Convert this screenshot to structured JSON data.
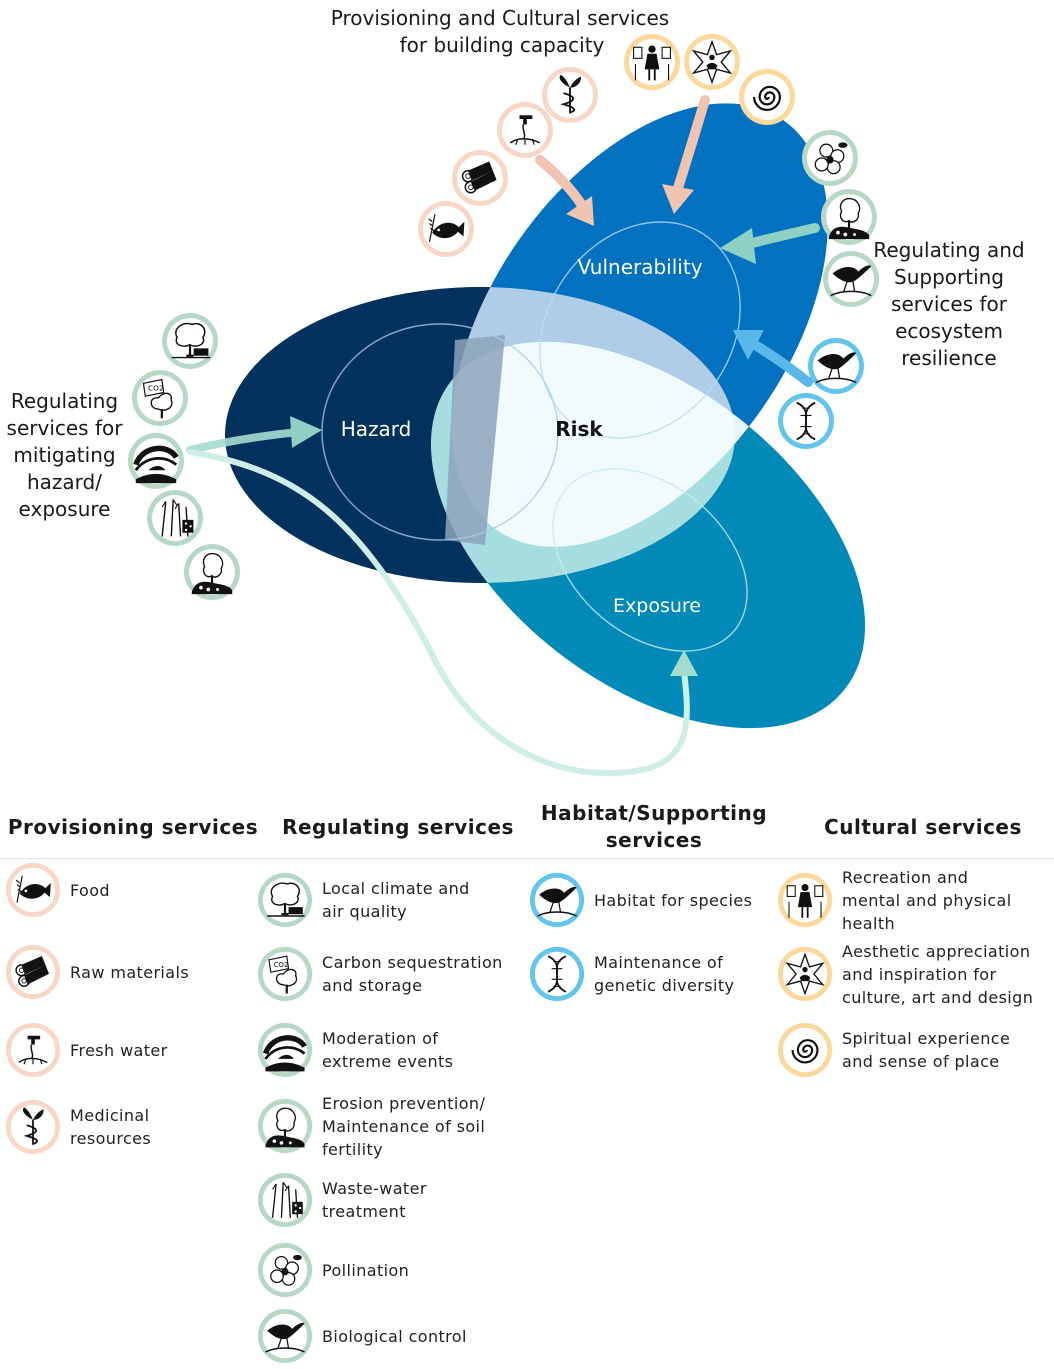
{
  "colors": {
    "hazard": "#00325d",
    "vulnerability": "#0271c0",
    "exposure": "#018ab8",
    "provisioning_ring": "#f8d7c8",
    "regulating_ring": "#b8d8c6",
    "habitat_ring": "#63c4ee",
    "cultural_ring": "#fcd89a",
    "arrow_provisioning": "#f1c4b2",
    "arrow_regulating": "#a4dcd0",
    "arrow_habitat": "#5ab7ea"
  },
  "diagram": {
    "hazard_label": "Hazard",
    "vulnerability_label": "Vulnerability",
    "exposure_label": "Exposure",
    "risk_label": "Risk",
    "top_annotation": [
      "Provisioning and Cultural services",
      "for building capacity"
    ],
    "right_annotation": [
      "Regulating and",
      "Supporting",
      "services for",
      "ecosystem",
      "resilience"
    ],
    "left_annotation": [
      "Regulating",
      "services for",
      "mitigating",
      "hazard/",
      "exposure"
    ],
    "icons": [
      {
        "name": "food-icon",
        "cat": "provisioning",
        "glyph": "fish"
      },
      {
        "name": "raw-materials-icon",
        "cat": "provisioning",
        "glyph": "logs"
      },
      {
        "name": "fresh-water-icon",
        "cat": "provisioning",
        "glyph": "tap"
      },
      {
        "name": "medicinal-resources-icon",
        "cat": "provisioning",
        "glyph": "caduceus"
      },
      {
        "name": "recreation-icon",
        "cat": "cultural",
        "glyph": "person"
      },
      {
        "name": "aesthetic-icon",
        "cat": "cultural",
        "glyph": "star"
      },
      {
        "name": "spiritual-icon",
        "cat": "cultural",
        "glyph": "spiral"
      },
      {
        "name": "pollination-icon",
        "cat": "regulating",
        "glyph": "flower"
      },
      {
        "name": "erosion-prevention-icon",
        "cat": "regulating",
        "glyph": "treeground"
      },
      {
        "name": "biological-control-icon",
        "cat": "regulating",
        "glyph": "bird"
      },
      {
        "name": "habitat-icon",
        "cat": "habitat",
        "glyph": "bird"
      },
      {
        "name": "genetic-diversity-icon",
        "cat": "habitat",
        "glyph": "dna"
      },
      {
        "name": "local-climate-icon",
        "cat": "regulating",
        "glyph": "tree"
      },
      {
        "name": "carbon-sequestration-icon",
        "cat": "regulating",
        "glyph": "co2"
      },
      {
        "name": "extreme-events-icon",
        "cat": "regulating",
        "glyph": "wave"
      },
      {
        "name": "waste-water-icon",
        "cat": "regulating",
        "glyph": "reeds"
      },
      {
        "name": "soil-fertility-icon",
        "cat": "regulating",
        "glyph": "treeground"
      }
    ]
  },
  "legend": {
    "columns": [
      {
        "title": [
          "Provisioning services"
        ],
        "items": [
          {
            "lines": [
              "Food"
            ],
            "icon": "food-icon",
            "cat": "provisioning",
            "glyph": "fish"
          },
          {
            "lines": [
              "Raw materials"
            ],
            "icon": "raw-materials-icon",
            "cat": "provisioning",
            "glyph": "logs"
          },
          {
            "lines": [
              "Fresh water"
            ],
            "icon": "fresh-water-icon",
            "cat": "provisioning",
            "glyph": "tap"
          },
          {
            "lines": [
              "Medicinal",
              "resources"
            ],
            "icon": "medicinal-resources-icon",
            "cat": "provisioning",
            "glyph": "caduceus"
          }
        ]
      },
      {
        "title": [
          "Regulating services"
        ],
        "items": [
          {
            "lines": [
              "Local climate and",
              "air quality"
            ],
            "icon": "local-climate-icon",
            "cat": "regulating",
            "glyph": "tree"
          },
          {
            "lines": [
              "Carbon sequestration",
              "and storage"
            ],
            "icon": "carbon-sequestration-icon",
            "cat": "regulating",
            "glyph": "co2"
          },
          {
            "lines": [
              "Moderation of",
              "extreme events"
            ],
            "icon": "extreme-events-icon",
            "cat": "regulating",
            "glyph": "wave"
          },
          {
            "lines": [
              "Erosion prevention/",
              "Maintenance of soil",
              "fertility"
            ],
            "icon": "erosion-prevention-icon",
            "cat": "regulating",
            "glyph": "treeground"
          },
          {
            "lines": [
              "Waste-water",
              "treatment"
            ],
            "icon": "waste-water-icon",
            "cat": "regulating",
            "glyph": "reeds"
          },
          {
            "lines": [
              "Pollination"
            ],
            "icon": "pollination-icon",
            "cat": "regulating",
            "glyph": "flower"
          },
          {
            "lines": [
              "Biological control"
            ],
            "icon": "biological-control-icon",
            "cat": "regulating",
            "glyph": "bird"
          }
        ]
      },
      {
        "title": [
          "Habitat/Supporting",
          "services"
        ],
        "items": [
          {
            "lines": [
              "Habitat for species"
            ],
            "icon": "habitat-icon",
            "cat": "habitat",
            "glyph": "bird"
          },
          {
            "lines": [
              "Maintenance of",
              "genetic diversity"
            ],
            "icon": "genetic-diversity-icon",
            "cat": "habitat",
            "glyph": "dna"
          }
        ]
      },
      {
        "title": [
          "Cultural services"
        ],
        "items": [
          {
            "lines": [
              "Recreation and",
              "mental and physical",
              "health"
            ],
            "icon": "recreation-icon",
            "cat": "cultural",
            "glyph": "person"
          },
          {
            "lines": [
              "Aesthetic appreciation",
              "and inspiration for",
              "culture, art and design"
            ],
            "icon": "aesthetic-icon",
            "cat": "cultural",
            "glyph": "star"
          },
          {
            "lines": [
              "Spiritual experience",
              "and sense of place"
            ],
            "icon": "spiritual-icon",
            "cat": "cultural",
            "glyph": "spiral"
          }
        ]
      }
    ]
  }
}
